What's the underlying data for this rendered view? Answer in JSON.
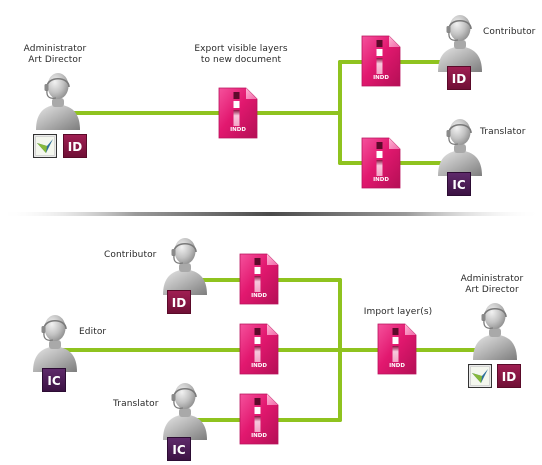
{
  "top": {
    "admin_line1": "Administrator",
    "admin_line2": "Art Director",
    "export_line1": "Export visible layers",
    "export_line2": "to new document",
    "contributor": "Contributor",
    "translator": "Translator"
  },
  "bottom": {
    "contributor": "Contributor",
    "editor": "Editor",
    "translator": "Translator",
    "import": "Import layer(s)",
    "admin_line1": "Administrator",
    "admin_line2": "Art Director"
  },
  "doc_label": "INDD",
  "badges": {
    "indesign": "ID",
    "incopy": "IC"
  },
  "colors": {
    "connector": "#8fc31f",
    "indesign_badge": "#8e1746",
    "incopy_badge": "#4d1e57",
    "document_pink": "#e81e74",
    "person_gray": "#b9b9b9"
  }
}
